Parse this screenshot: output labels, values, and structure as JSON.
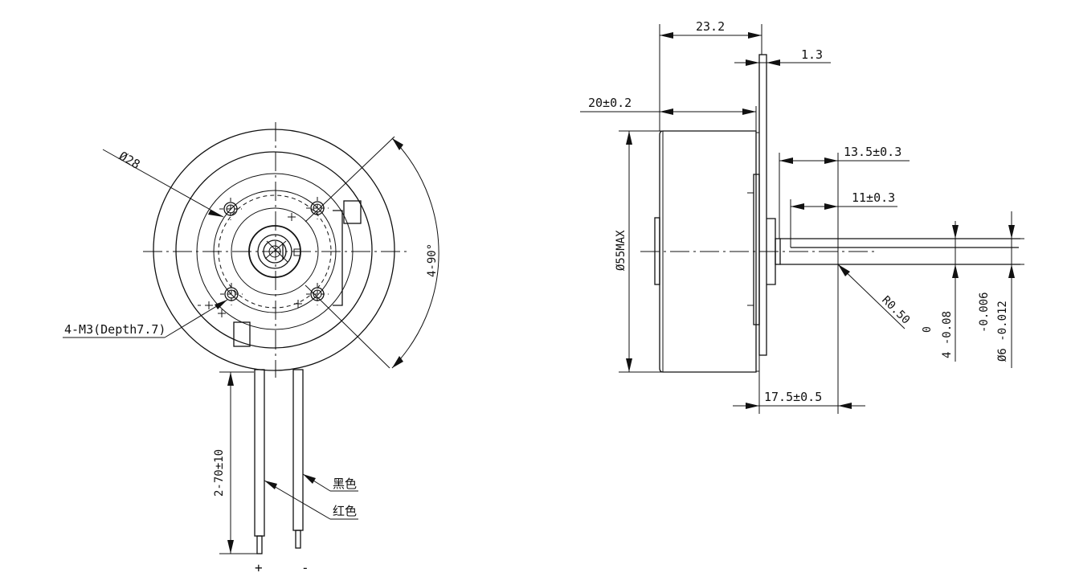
{
  "front_view": {
    "dim_bolt_circle": "Ø28",
    "dim_angle": "4-90°",
    "dim_tapped_holes": "4-M3(Depth7.7)",
    "dim_lead_length": "2-70±10",
    "lead_black": "黑色",
    "lead_red": "红色",
    "terminal_positive": "+",
    "terminal_negative": "-"
  },
  "side_view": {
    "dim_overall_length": "23.2",
    "dim_flange_thickness": "1.3",
    "dim_body_length": "20±0.2",
    "dim_shaft_13_5": "13.5±0.3",
    "dim_shaft_11": "11±0.3",
    "dim_body_diameter": "Ø55MAX",
    "dim_shaft_17_5": "17.5±0.5",
    "dim_fillet": "R0.50",
    "tol_4_upper": "0",
    "tol_4": "4 -0.08",
    "tol_6_upper": "-0.006",
    "tol_6": "Ø6 -0.012"
  }
}
